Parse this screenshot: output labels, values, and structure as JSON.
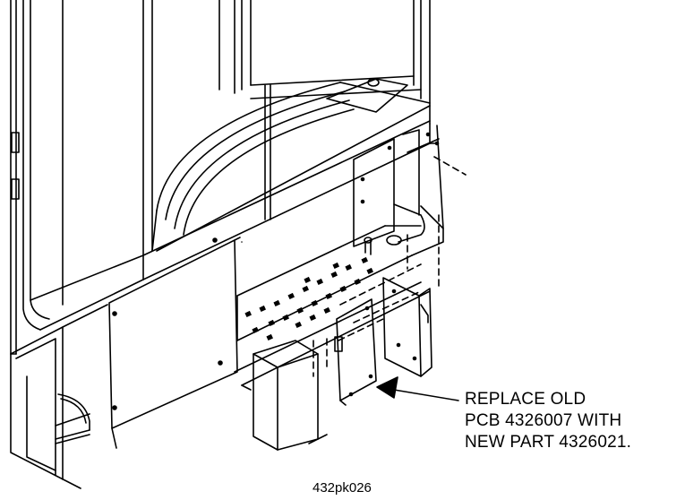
{
  "callout": {
    "line1": "REPLACE OLD",
    "line2": "PCB 4326007 WITH",
    "line3": "NEW PART 4326021."
  },
  "figure_id": "432pk026"
}
